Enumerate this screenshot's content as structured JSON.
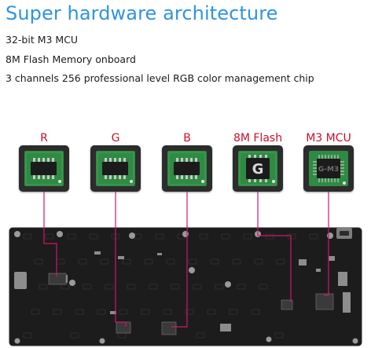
{
  "title": "Super hardware architecture",
  "specs": [
    "32-bit M3 MCU",
    "8M Flash Memory onboard",
    "3 channels 256 professional level RGB color management chip"
  ],
  "chips": [
    {
      "label": "R",
      "icon": "soic-chip-icon"
    },
    {
      "label": "G",
      "icon": "soic-chip-icon"
    },
    {
      "label": "B",
      "icon": "soic-chip-icon"
    },
    {
      "label": "8M Flash",
      "icon": "flash-chip-icon"
    },
    {
      "label": "M3 MCU",
      "icon": "qfp-chip-icon"
    }
  ],
  "flash_logo": "G",
  "mcu_marking": "G-M3",
  "colors": {
    "title": "#2f94e0",
    "label": "#c8102e",
    "connector": "#d0176e",
    "pcb": "#1c1c1c",
    "chip_panel": "#2c2c2c",
    "chip_pcb": "#2f8a43"
  }
}
